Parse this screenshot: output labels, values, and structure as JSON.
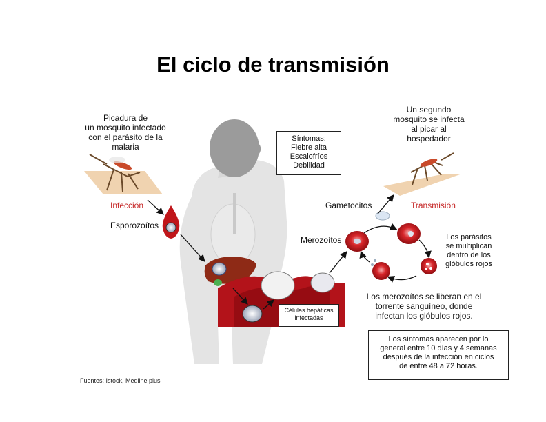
{
  "title": "El ciclo de transmisión",
  "infection_caption": "Picadura de\nun mosquito infectado\ncon el parásito de la\nmalaria",
  "infection_label": "Infección",
  "transmission_caption": "Un segundo\nmosquito se infecta\nal picar al\nhospedador",
  "transmission_label": "Transmisión",
  "symptoms_box": "Síntomas:\nFiebre alta\nEscalofríos\nDebilidad",
  "labels": {
    "sporozoites": "Esporozoítos",
    "gametocytes": "Gametocitos",
    "merozoites": "Merozoítos",
    "hepatic_cells": "Células hepáticas\ninfectadas",
    "multiply": "Los parásitos\nse multiplican\ndentro de los\nglóbulos rojos",
    "release": "Los merozoítos se liberan en el\ntorrente sanguíneo, donde\ninfectan los glóbulos rojos."
  },
  "note_box": "Los síntomas aparecen por lo\ngeneral entre 10 días y 4 semanas\ndespués de la infección en ciclos\nde entre 48 a 72 horas.",
  "sources": "Fuentes: Istock, Medline plus",
  "colors": {
    "blood_red": "#c0161a",
    "body_gray": "#e6e6e6",
    "head_gray": "#9b9b9b",
    "skin": "#f0d3b0",
    "accent_red": "#c62828"
  }
}
